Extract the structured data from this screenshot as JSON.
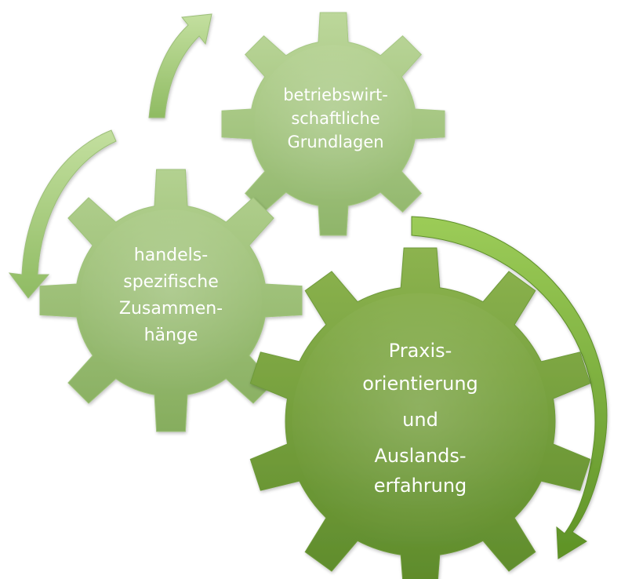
{
  "colors": {
    "gear_light_top": "#bcd79a",
    "gear_light_bottom": "#8fb56a",
    "gear_mid_top": "#b3d190",
    "gear_mid_bottom": "#86ad5e",
    "gear_dark_top": "#8cb34f",
    "gear_dark_bottom": "#5d8a2a",
    "arrow_light": "#a9cc86",
    "arrow_dark": "#6fa534",
    "label": "#ffffff"
  },
  "gears": {
    "top": {
      "lines": [
        "betriebswirt-",
        "schaftliche",
        "Grundlagen"
      ]
    },
    "left": {
      "lines": [
        "handels-",
        "spezifische",
        "Zusammen-",
        "hänge"
      ]
    },
    "bottom": {
      "lines": [
        "Praxis-",
        "orientierung",
        "und",
        "Auslands-",
        "erfahrung"
      ]
    }
  },
  "arrows": [
    {
      "name": "arrow-top-cycle"
    },
    {
      "name": "arrow-left-cycle"
    },
    {
      "name": "arrow-right-cycle"
    }
  ]
}
